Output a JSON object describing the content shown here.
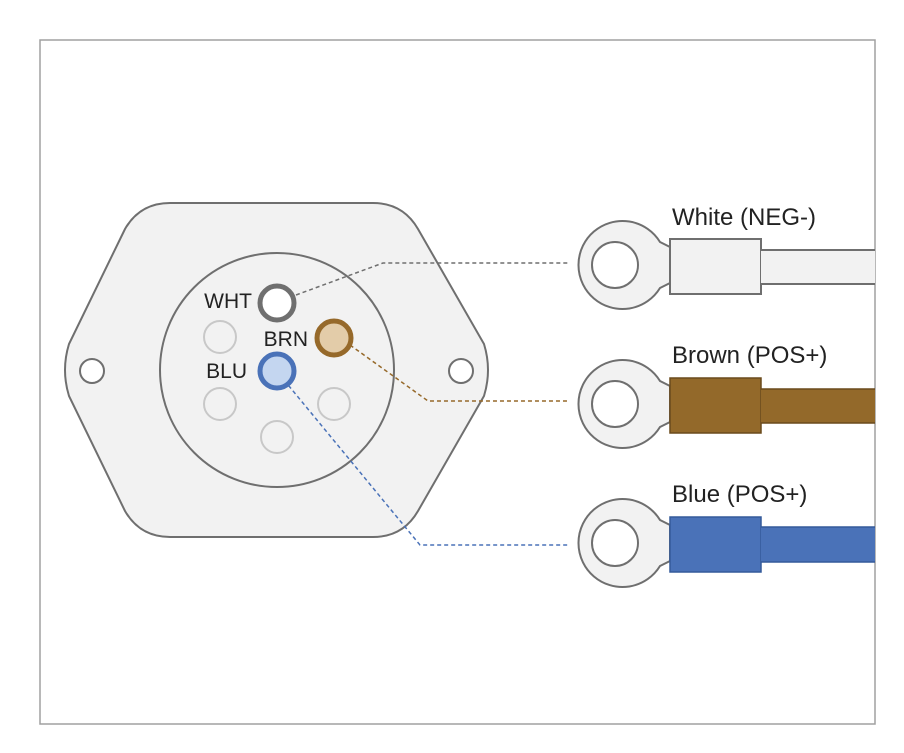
{
  "connector": {
    "pins": [
      {
        "id": "wht",
        "label": "WHT",
        "fill": "#ffffff",
        "stroke": "#6f6f6f"
      },
      {
        "id": "brn",
        "label": "BRN",
        "fill": "#e3cca9",
        "stroke": "#96692a"
      },
      {
        "id": "blu",
        "label": "BLU",
        "fill": "#c4d6f0",
        "stroke": "#4a72b8"
      }
    ],
    "unused_pin_count": 4
  },
  "wires": [
    {
      "id": "white",
      "label": "White (NEG-)",
      "color": "#f2f2f2",
      "line_color": "#6f6f6f"
    },
    {
      "id": "brown",
      "label": "Brown (POS+)",
      "color": "#93692a",
      "line_color": "#96692a"
    },
    {
      "id": "blue",
      "label": "Blue (POS+)",
      "color": "#4a72b8",
      "line_color": "#4a72b8"
    }
  ],
  "colors": {
    "housing_fill": "#f2f2f2",
    "outline": "#6f6f6f",
    "unused_pin": "#c8c8c8",
    "frame": "#a0a0a0"
  }
}
